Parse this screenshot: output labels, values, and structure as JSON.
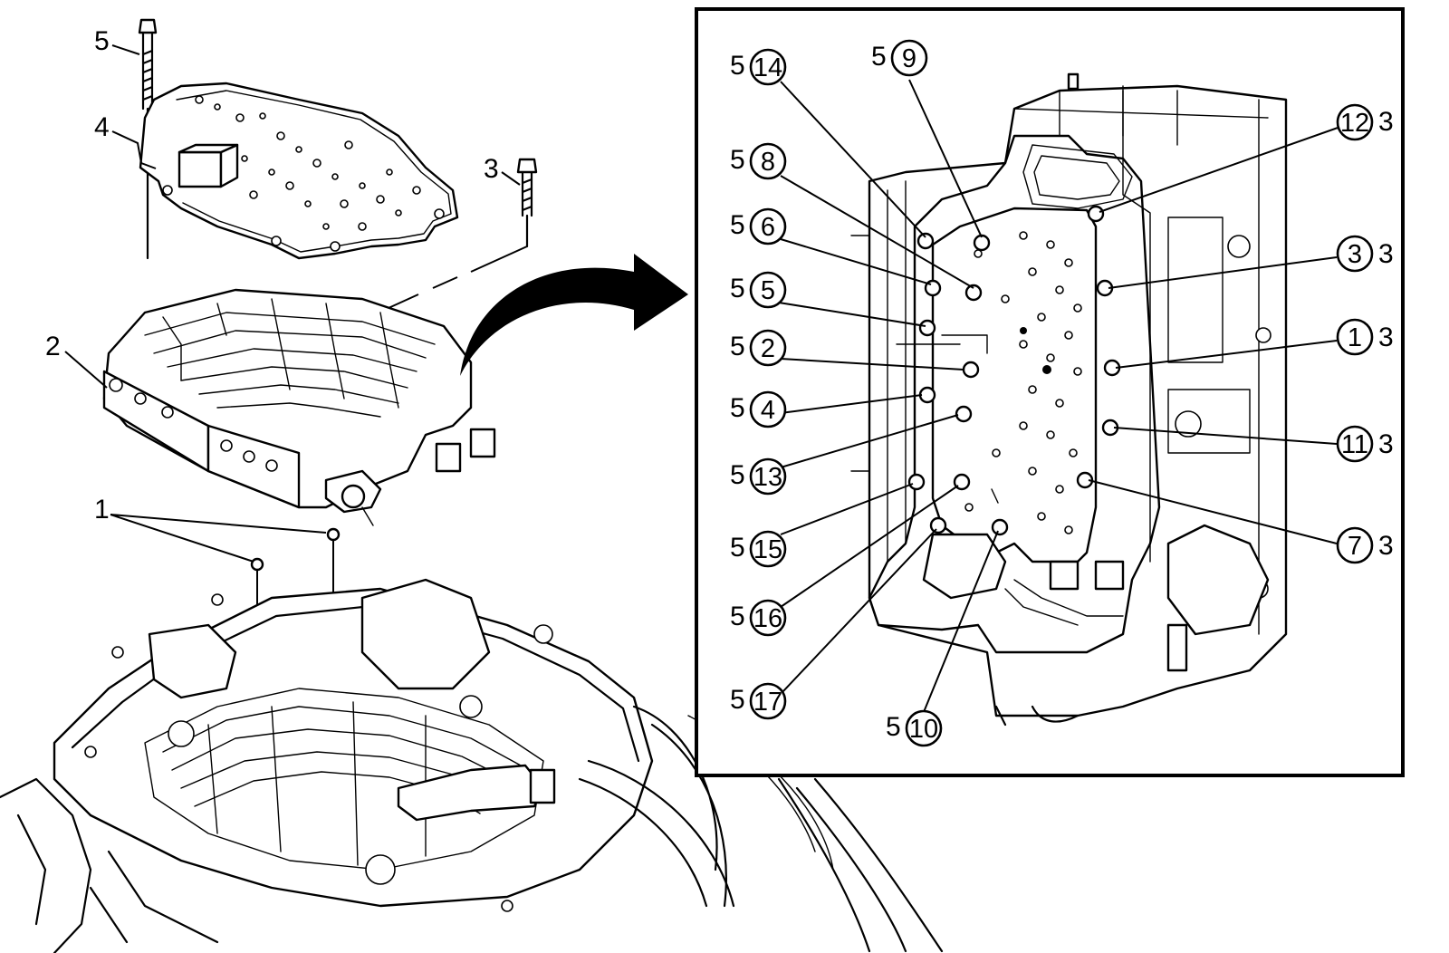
{
  "main_view": {
    "callouts": [
      {
        "id": "bolt-5",
        "text": "5"
      },
      {
        "id": "gasket-4",
        "text": "4"
      },
      {
        "id": "bolt-3",
        "text": "3"
      },
      {
        "id": "valve-body-2",
        "text": "2"
      },
      {
        "id": "seal-1",
        "text": "1"
      }
    ]
  },
  "detail_view": {
    "left_callouts": [
      {
        "prefix": "5",
        "num": "14"
      },
      {
        "prefix": "5",
        "num": "9"
      },
      {
        "prefix": "5",
        "num": "8"
      },
      {
        "prefix": "5",
        "num": "6"
      },
      {
        "prefix": "5",
        "num": "5"
      },
      {
        "prefix": "5",
        "num": "2"
      },
      {
        "prefix": "5",
        "num": "4"
      },
      {
        "prefix": "5",
        "num": "13"
      },
      {
        "prefix": "5",
        "num": "15"
      },
      {
        "prefix": "5",
        "num": "16"
      },
      {
        "prefix": "5",
        "num": "17"
      },
      {
        "prefix": "5",
        "num": "10"
      }
    ],
    "right_callouts": [
      {
        "num": "12",
        "suffix": "3"
      },
      {
        "num": "3",
        "suffix": "3"
      },
      {
        "num": "1",
        "suffix": "3"
      },
      {
        "num": "11",
        "suffix": "3"
      },
      {
        "num": "7",
        "suffix": "3"
      }
    ]
  },
  "icons": [
    "exploded-view-arrow-icon"
  ]
}
